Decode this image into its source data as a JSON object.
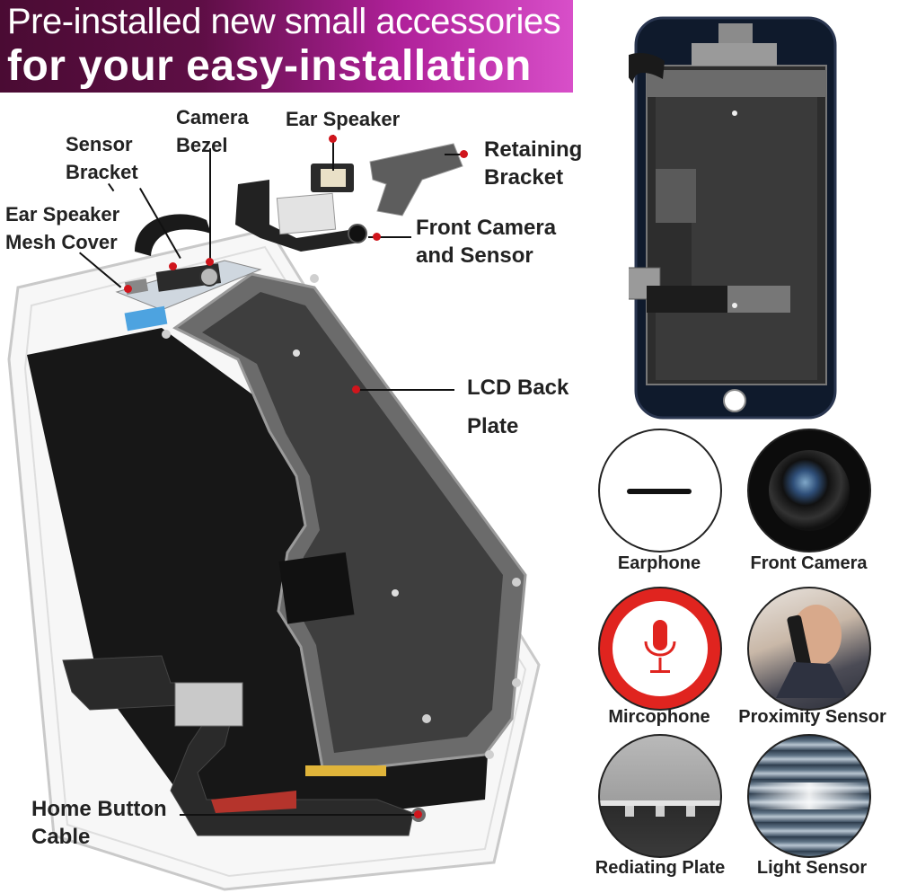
{
  "header": {
    "line1": "Pre-installed new small accessories",
    "line2": "for your easy-installation"
  },
  "labels": {
    "camera_bezel": [
      "Camera",
      "Bezel"
    ],
    "ear_speaker": "Ear Speaker",
    "sensor_bracket": [
      "Sensor",
      "Bracket"
    ],
    "retaining_bracket": [
      "Retaining",
      "Bracket"
    ],
    "ear_speaker_mesh": [
      "Ear Speaker",
      "Mesh Cover"
    ],
    "front_camera_sensor": [
      "Front Camera",
      "and Sensor"
    ],
    "lcd_back_plate": [
      "LCD Back",
      "Plate"
    ],
    "home_button_cable": [
      "Home Button",
      "Cable"
    ]
  },
  "features": [
    {
      "caption": "Earphone",
      "icon": "earphone-slot-icon"
    },
    {
      "caption": "Front Camera",
      "icon": "camera-lens-icon"
    },
    {
      "caption": "Mircophone",
      "icon": "microphone-icon"
    },
    {
      "caption": "Proximity Sensor",
      "icon": "phone-call-icon"
    },
    {
      "caption": "Rediating Plate",
      "icon": "metal-plate-icon"
    },
    {
      "caption": "Light Sensor",
      "icon": "light-sensor-icon"
    }
  ],
  "colors": {
    "banner_dark": "#4a0b33",
    "banner_light": "#d84fc9",
    "dot_red": "#d0151c",
    "mic_red": "#e0241f"
  }
}
